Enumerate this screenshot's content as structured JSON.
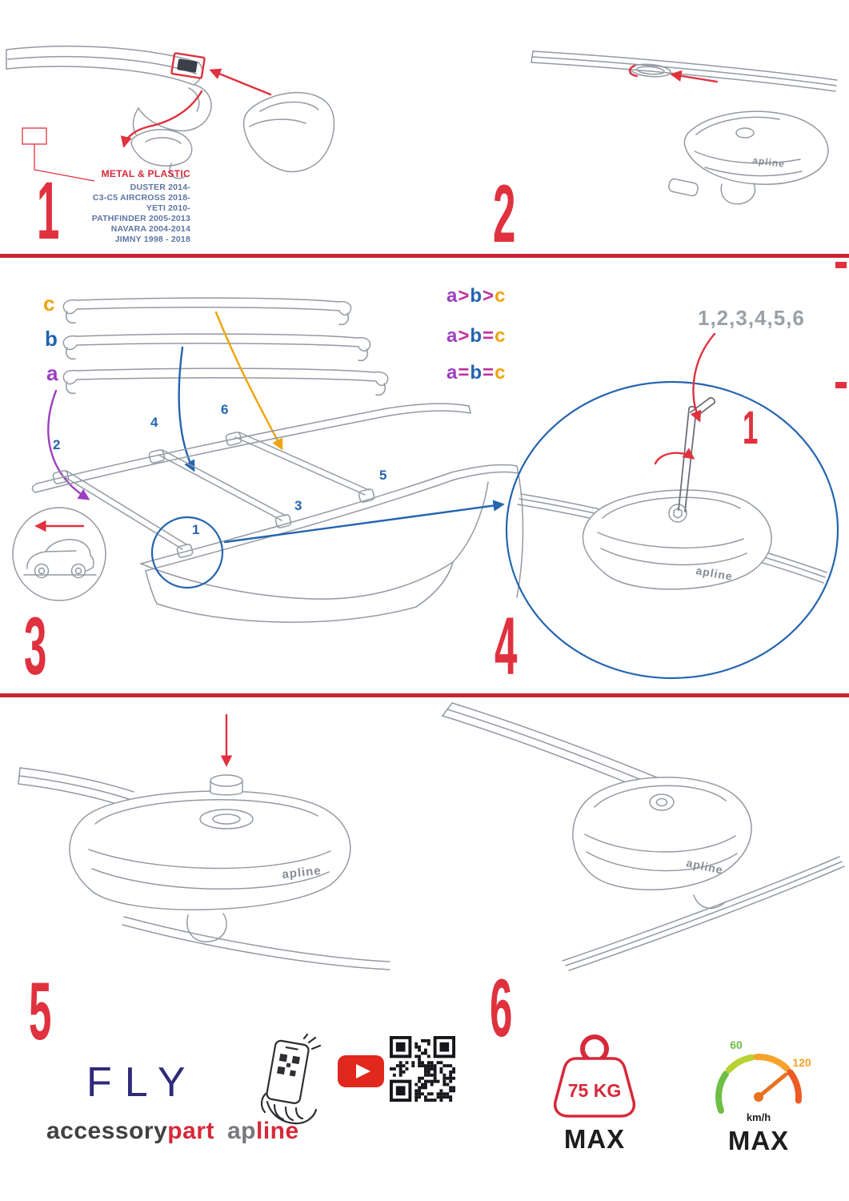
{
  "step1": {
    "number": "1",
    "material": "METAL & PLASTIC",
    "models": [
      "DUSTER 2014-",
      "C3-C5 AIRCROSS 2018-",
      "YETI 2010-",
      "PATHFINDER 2005-2013",
      "NAVARA 2004-2014",
      "JIMNY 1998 - 2018"
    ]
  },
  "step2": {
    "number": "2"
  },
  "step3": {
    "number": "3",
    "labels": [
      "c",
      "b",
      "a"
    ],
    "rules": [
      {
        "p1": "a",
        "op1": ">",
        "p2": "b",
        "op2": ">",
        "p3": "c"
      },
      {
        "p1": "a",
        "op1": ">",
        "p2": "b",
        "op2": "=",
        "p3": "c"
      },
      {
        "p1": "a",
        "op1": "=",
        "p2": "b",
        "op2": "=",
        "p3": "c"
      }
    ],
    "positions": [
      "1",
      "2",
      "3",
      "4",
      "5",
      "6"
    ]
  },
  "step4": {
    "number": "4",
    "sequence": "1,2,3,4,5,6",
    "highlight": "1"
  },
  "step5": {
    "number": "5"
  },
  "step6": {
    "number": "6"
  },
  "branding": {
    "apline": "apline",
    "fly": "FLY",
    "accessory": "accessory",
    "part": "part",
    "ap": "ap",
    "line": "line"
  },
  "limits": {
    "weight": "75 KG",
    "weight_max": "MAX",
    "speed_60": "60",
    "speed_120": "120",
    "speed_unit": "km/h",
    "speed_max": "MAX"
  },
  "colors": {
    "red": "#e0313e",
    "blue": "#2464b0",
    "purple": "#9b3fc0",
    "orange": "#f0a30a",
    "navy": "#2f2a7b"
  }
}
